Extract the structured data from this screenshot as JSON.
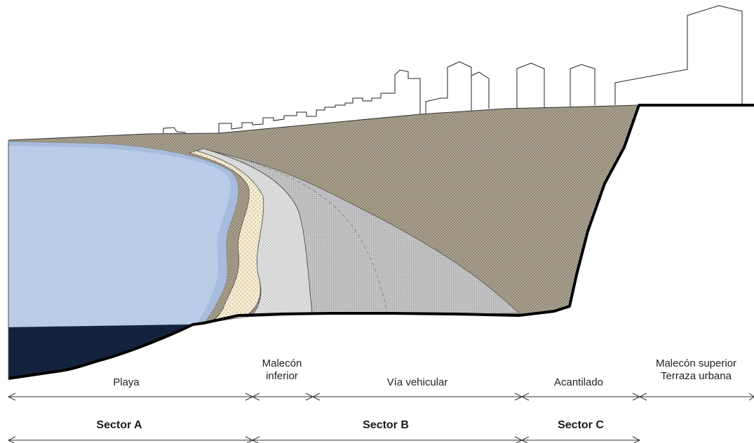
{
  "zones": [
    {
      "id": "playa",
      "label": "Playa"
    },
    {
      "id": "malecon-inferior",
      "label": "Malecón\ninferior"
    },
    {
      "id": "via-vehicular",
      "label": "Vía vehicular"
    },
    {
      "id": "acantilado",
      "label": "Acantilado"
    },
    {
      "id": "malecon-superior",
      "label": "Malecón superior\nTerraza urbana"
    }
  ],
  "sectors": [
    {
      "id": "sector-a",
      "label": "Sector A"
    },
    {
      "id": "sector-b",
      "label": "Sector B"
    },
    {
      "id": "sector-c",
      "label": "Sector C"
    }
  ],
  "colors": {
    "sea": "#b9cce6",
    "sea_edge": "#9fb5d8",
    "sand": "#efe3c2",
    "promenade": "#dcdcdc",
    "road": "#bfbfbf",
    "cliff": "#a59a86",
    "deep_water": "#14233d",
    "outline": "#000000"
  }
}
